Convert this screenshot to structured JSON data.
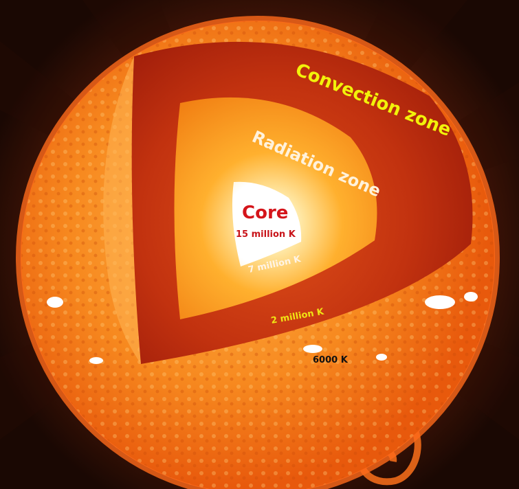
{
  "diagram": {
    "labels": {
      "convection_zone": "Convection zone",
      "radiation_zone": "Radiation zone",
      "core": "Core",
      "core_temp": "15 million K",
      "radiation_temp": "7 million K",
      "convection_temp": "2 million K",
      "surface_temp": "6000 K"
    },
    "colors": {
      "convection_label": "#f2f20a",
      "radiation_label": "#fff2dc",
      "core_label": "#d4141a",
      "core_temp_label": "#c8141a",
      "radiation_temp_label": "#fff4e6",
      "convection_temp_label": "#f0e414",
      "surface_temp_label": "#111111",
      "background": "#1a0a04",
      "sun_surface": "#f5821e",
      "convection_zone": "#b2240e",
      "radiation_zone": "#f6961c",
      "core": "#ffffff"
    }
  }
}
